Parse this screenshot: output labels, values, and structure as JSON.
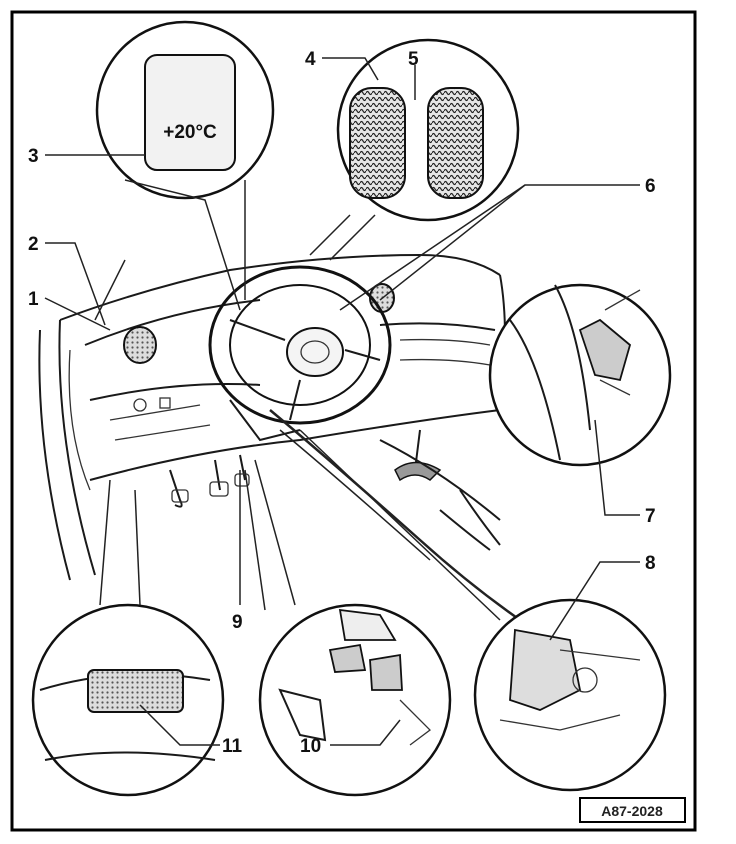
{
  "callouts": {
    "c1": "1",
    "c2": "2",
    "c3": "3",
    "c4": "4",
    "c5": "5",
    "c6": "6",
    "c7": "7",
    "c8": "8",
    "c9": "9",
    "c10": "10",
    "c11": "11"
  },
  "thermometer_label": "+20°C",
  "figure_code": "A87-2028"
}
